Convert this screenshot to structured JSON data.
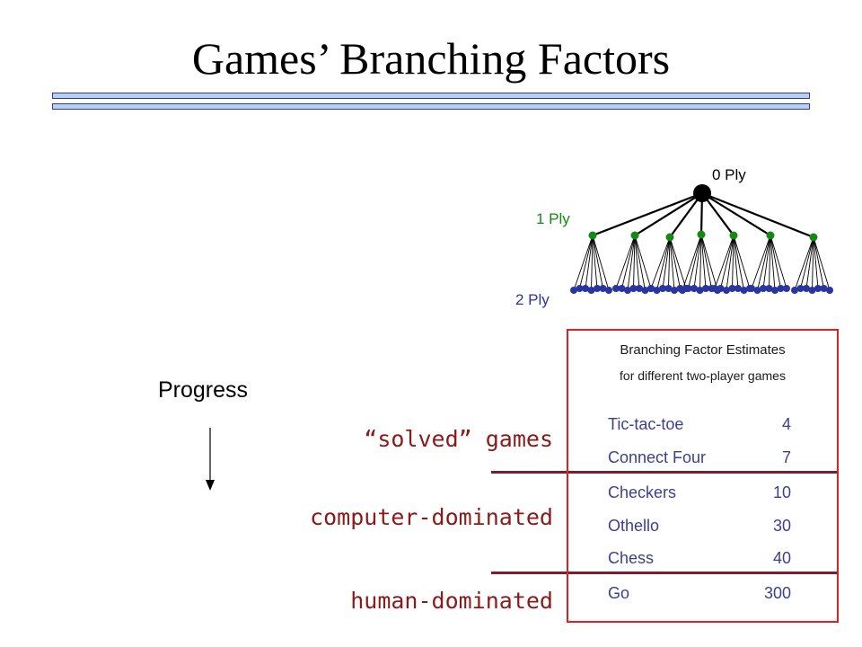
{
  "slide": {
    "title": "Games’ Branching Factors"
  },
  "tree": {
    "ply0_label": "0 Ply",
    "ply1_label": "1 Ply",
    "ply2_label": "2 Ply",
    "root_color": "#000000",
    "ply1_color": "#138a13",
    "ply2_color": "#2b35a0"
  },
  "progress": {
    "label": "Progress"
  },
  "categories": [
    "“solved” games",
    "computer-dominated",
    "human-dominated"
  ],
  "box": {
    "heading": "Branching Factor Estimates",
    "subheading": "for different two-player games",
    "border_color": "#e02020",
    "rows": [
      {
        "game": "Tic-tac-toe",
        "value": "4"
      },
      {
        "game": "Connect Four",
        "value": "7"
      },
      {
        "game": "Checkers",
        "value": "10"
      },
      {
        "game": "Othello",
        "value": "30"
      },
      {
        "game": "Chess",
        "value": "40"
      },
      {
        "game": "Go",
        "value": "300"
      }
    ]
  }
}
